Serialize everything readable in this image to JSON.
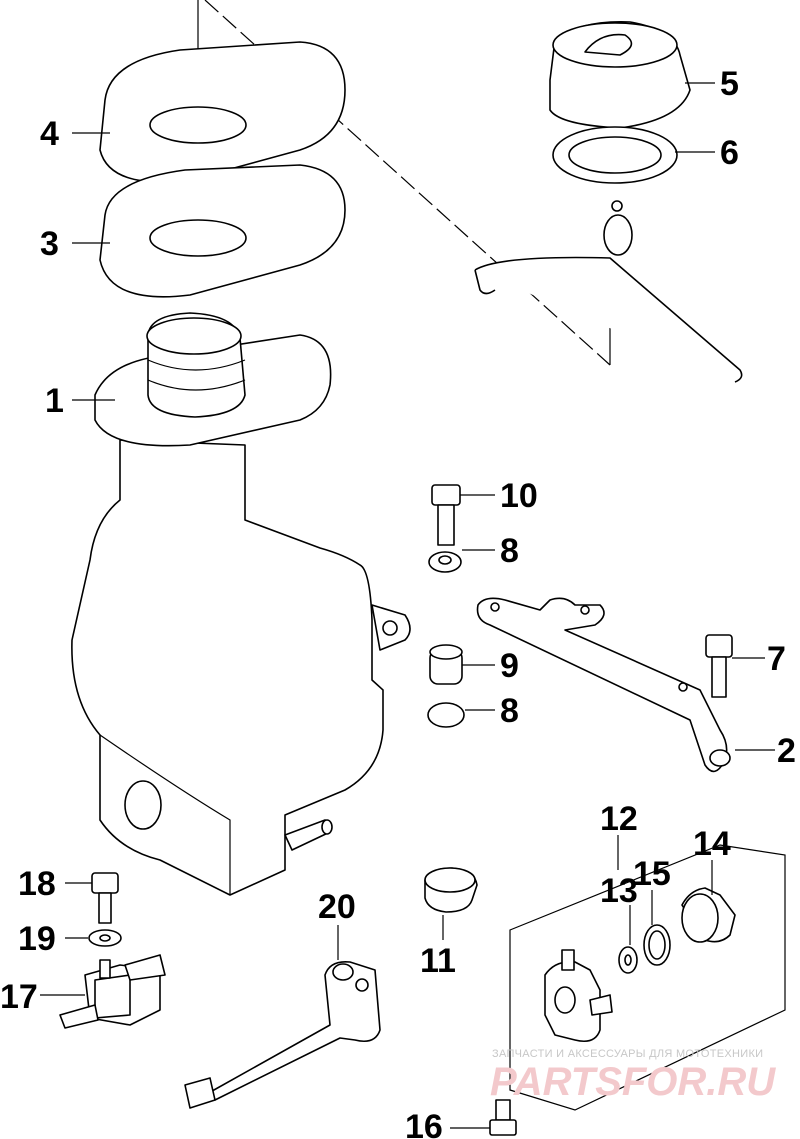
{
  "callouts": {
    "n1": "1",
    "n2": "2",
    "n3": "3",
    "n4": "4",
    "n5": "5",
    "n6": "6",
    "n7": "7",
    "n8a": "8",
    "n8b": "8",
    "n9": "9",
    "n10": "10",
    "n11": "11",
    "n12": "12",
    "n13": "13",
    "n14": "14",
    "n15": "15",
    "n16": "16",
    "n17": "17",
    "n18": "18",
    "n19": "19",
    "n20": "20"
  },
  "watermark": {
    "tagline": "ЗАПЧАСТИ И АКСЕССУАРЫ ДЛЯ МОТОТЕХНИКИ",
    "brand": "PARTSFOR.RU"
  },
  "colors": {
    "line": "#000000",
    "background": "#ffffff",
    "watermark": "#f3c9cc"
  }
}
